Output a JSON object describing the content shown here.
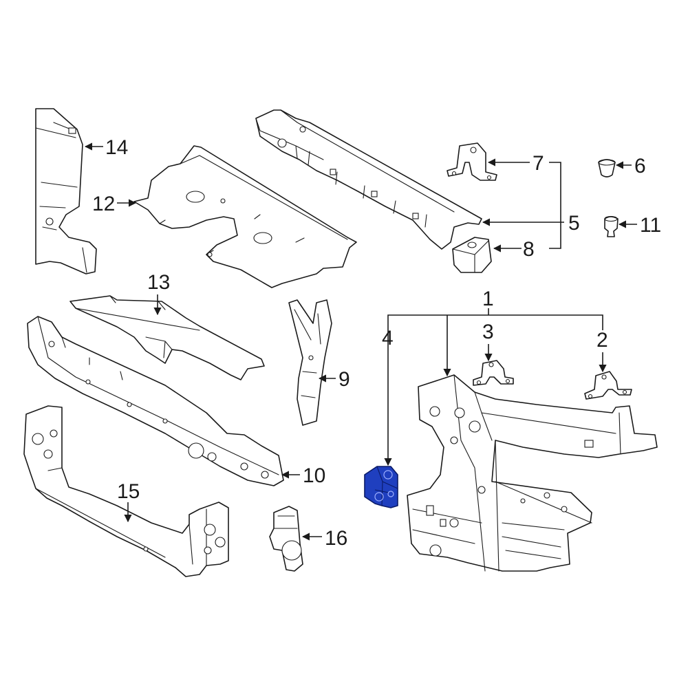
{
  "diagram": {
    "highlight_color": "#1f3fbf",
    "line_color": "#1a1a1a",
    "background": "#ffffff"
  },
  "callouts": {
    "c1": "1",
    "c2": "2",
    "c3": "3",
    "c4": "4",
    "c5": "5",
    "c6": "6",
    "c7": "7",
    "c8": "8",
    "c9": "9",
    "c10": "10",
    "c11": "11",
    "c12": "12",
    "c13": "13",
    "c14": "14",
    "c15": "15",
    "c16": "16"
  }
}
